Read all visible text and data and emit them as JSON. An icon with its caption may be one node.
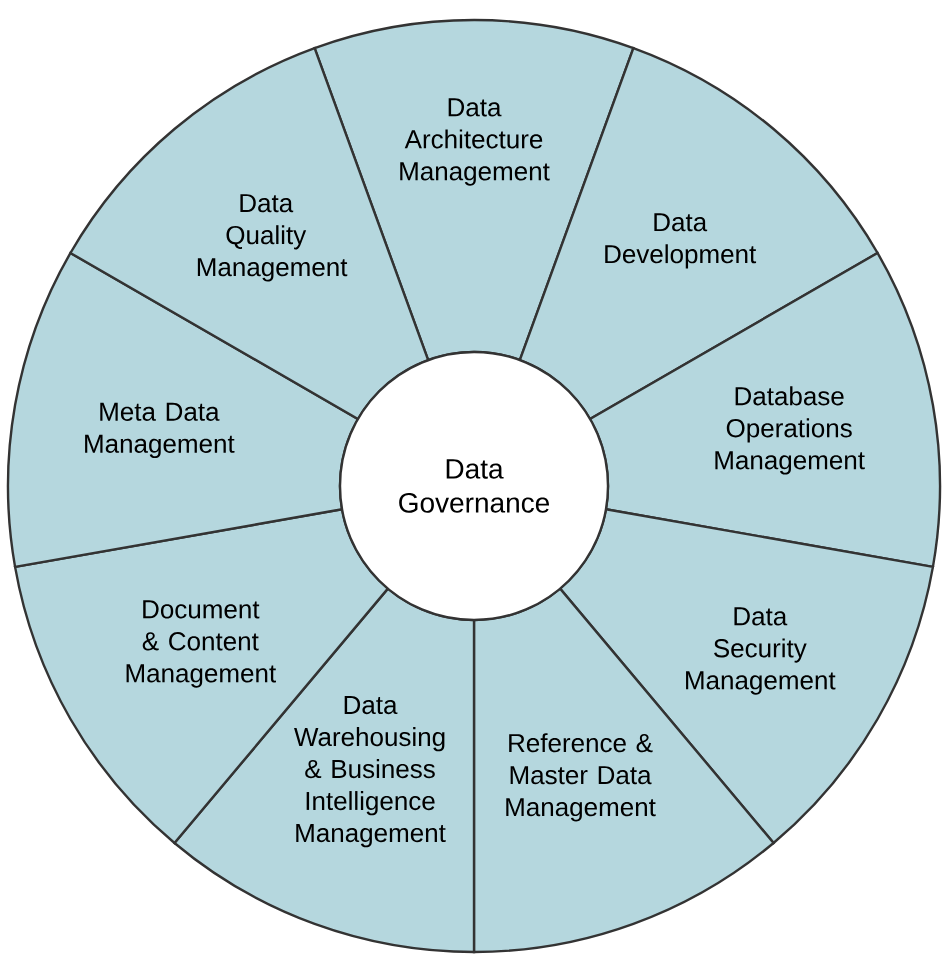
{
  "diagram": {
    "nodes": [
      {
        "text": [
          "Data Governance"
        ]
      },
      {
        "text": [
          "Data Architecture Management"
        ]
      },
      {
        "text": [
          "Data Development"
        ]
      },
      {
        "text": [
          "Database Operations Management"
        ]
      },
      {
        "text": [
          "Data Security Management"
        ]
      },
      {
        "text": [
          "Reference & Master Data Management"
        ]
      },
      {
        "text": [
          "Data Warehousing & Business Intelligence Management"
        ]
      },
      {
        "text": [
          "Document & Content Management"
        ]
      },
      {
        "text": [
          "Meta Data Management"
        ]
      },
      {
        "text": [
          "Data Quality Management"
        ]
      }
    ]
  }
}
